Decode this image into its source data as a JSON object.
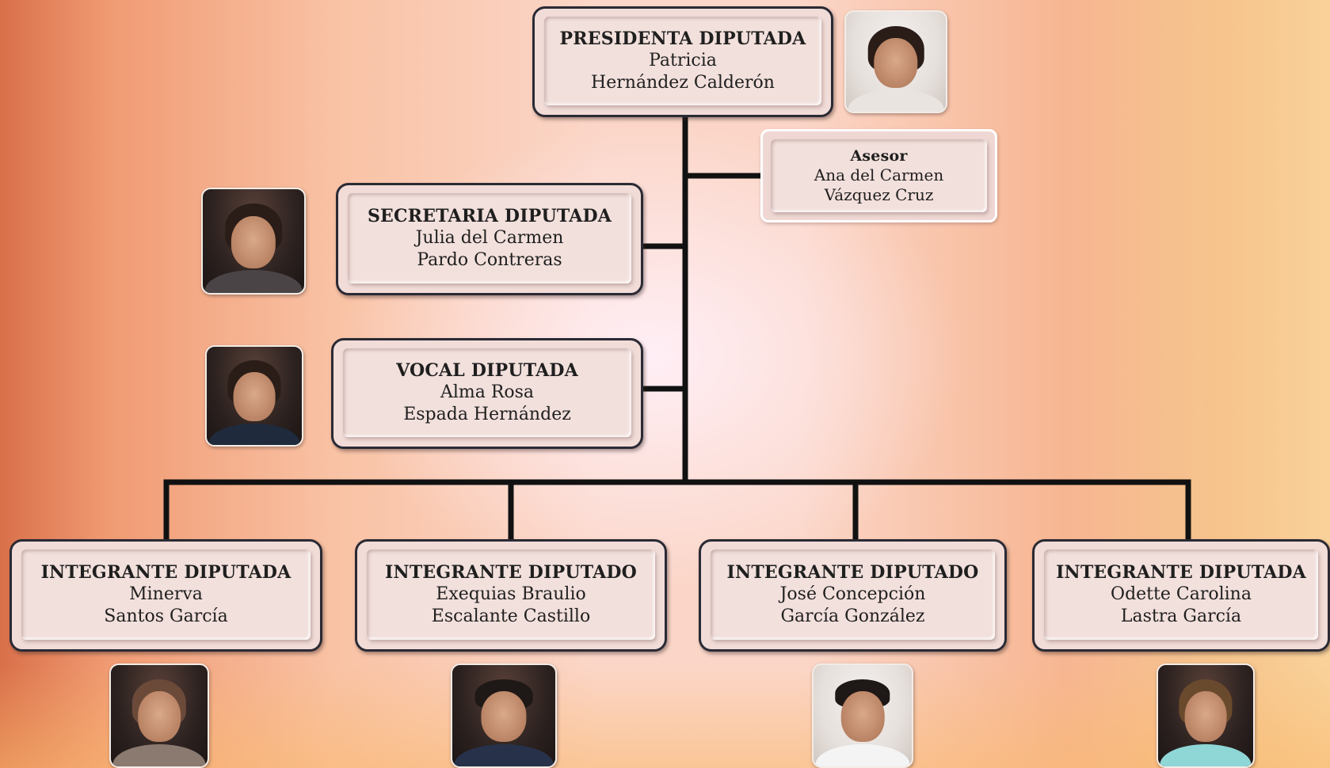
{
  "president": {
    "role": "PRESIDENTA DIPUTADA",
    "name_line1": "Patricia",
    "name_line2": "Hernández Calderón"
  },
  "advisor": {
    "role": "Asesor",
    "name_line1": "Ana del Carmen",
    "name_line2": "Vázquez Cruz"
  },
  "secretary": {
    "role": "SECRETARIA DIPUTADA",
    "name_line1": "Julia del Carmen",
    "name_line2": "Pardo Contreras"
  },
  "vocal": {
    "role": "VOCAL DIPUTADA",
    "name_line1": "Alma Rosa",
    "name_line2": "Espada Hernández"
  },
  "members": [
    {
      "role": "INTEGRANTE DIPUTADA",
      "name_line1": "Minerva",
      "name_line2": "Santos García"
    },
    {
      "role": "INTEGRANTE DIPUTADO",
      "name_line1": "Exequias Braulio",
      "name_line2": "Escalante Castillo"
    },
    {
      "role": "INTEGRANTE DIPUTADO",
      "name_line1": "José Concepción",
      "name_line2": "García González"
    },
    {
      "role": "INTEGRANTE DIPUTADA",
      "name_line1": "Odette Carolina",
      "name_line2": "Lastra García"
    }
  ]
}
